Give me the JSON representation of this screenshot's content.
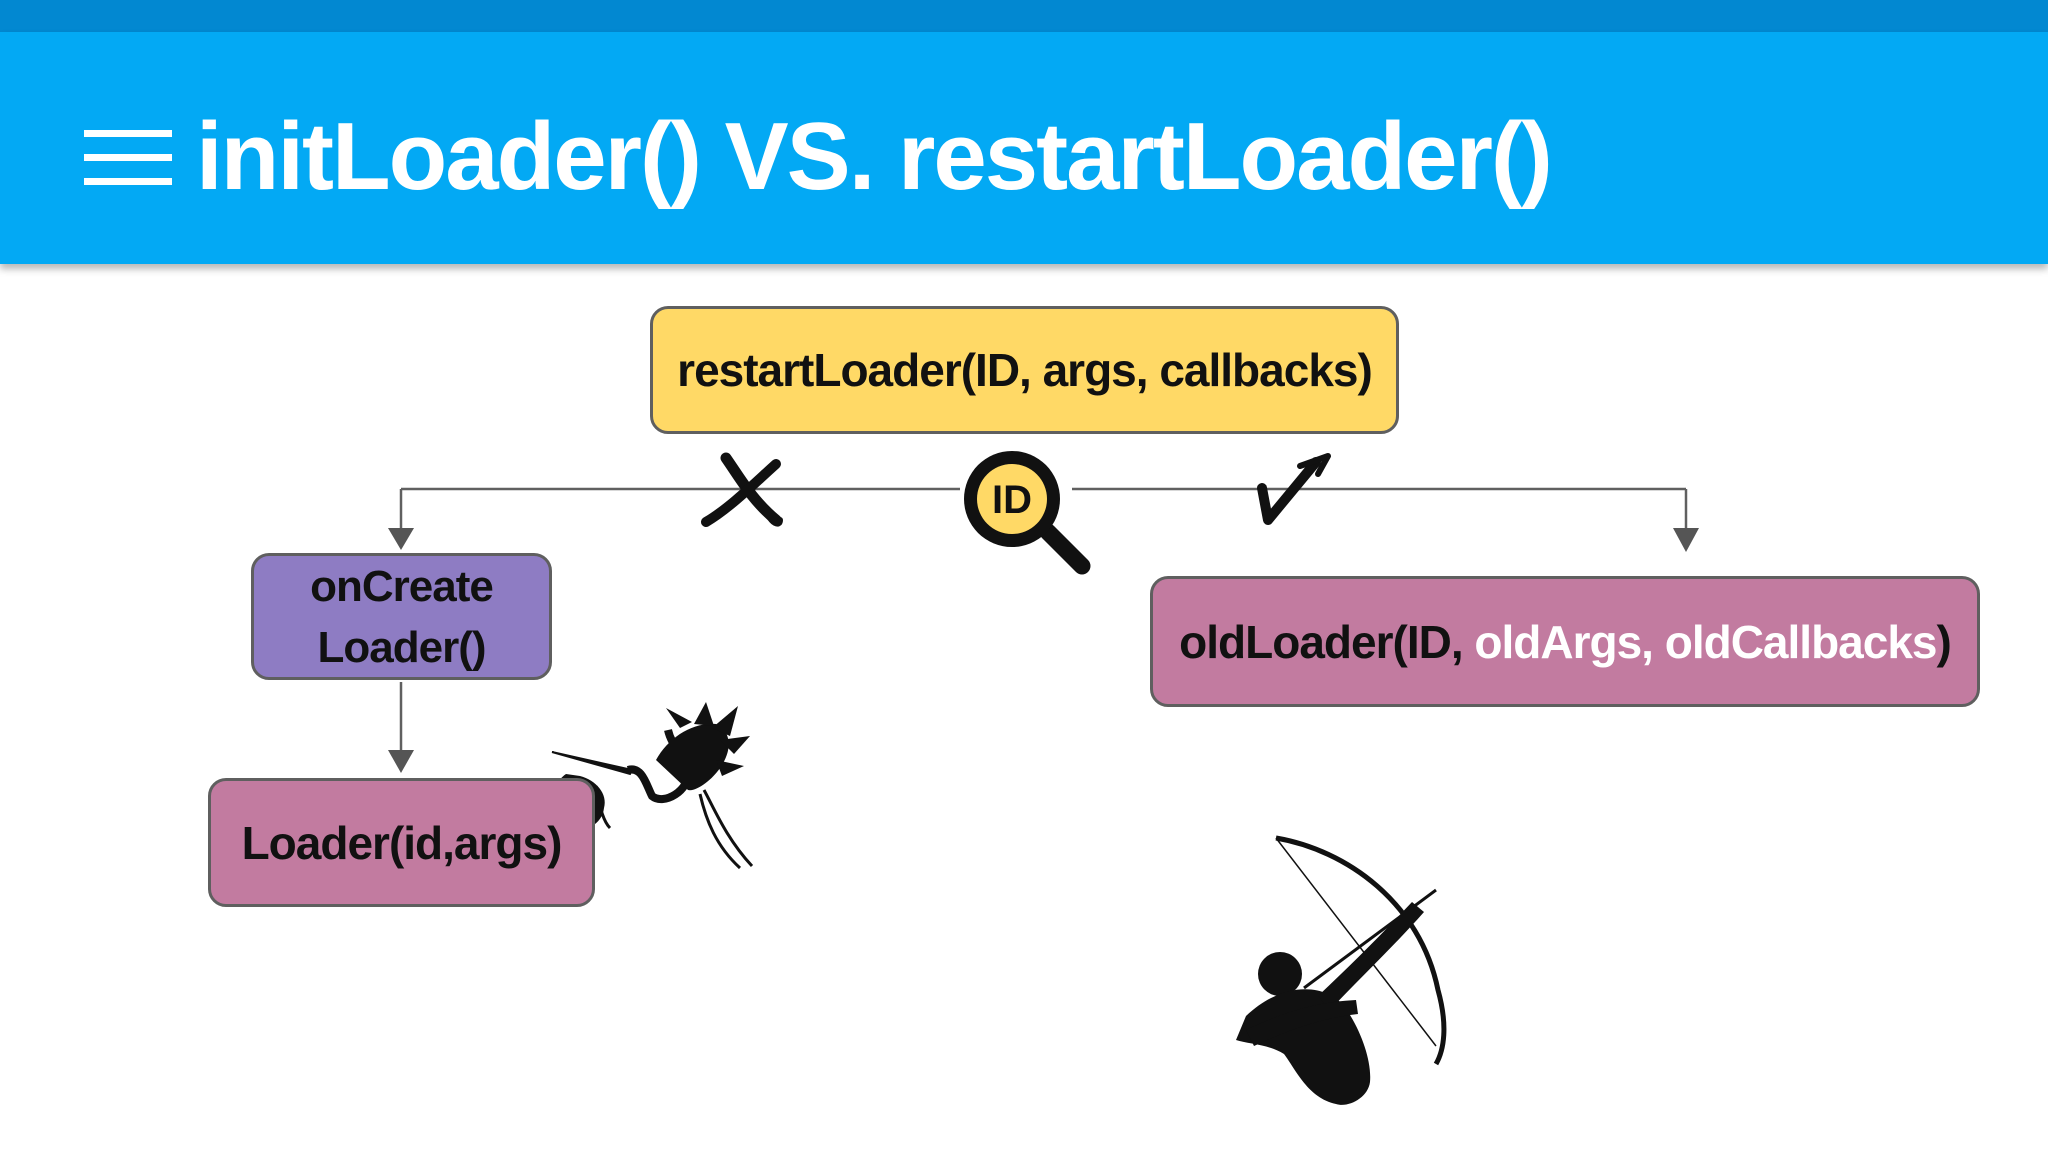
{
  "slide": {
    "title": "initLoader() VS. restartLoader()"
  },
  "diagram": {
    "restart_box": "restartLoader(ID, args, callbacks)",
    "oncreate_box": [
      "onCreate",
      "Loader()"
    ],
    "loader_box": "Loader(id,args)",
    "old_loader_box": {
      "prefix": "oldLoader(ID, ",
      "highlight": "oldArgs, oldCallbacks",
      "suffix": ")"
    },
    "lookup_badge": "ID"
  },
  "colors": {
    "header_bg": "#03a9f4",
    "top_strip": "#0288d1",
    "restart_box_fill": "#ffd966",
    "oncreate_box_fill": "#8e7cc3",
    "loader_box_fill": "#c27ba0",
    "badge_fill": "#ffd966"
  },
  "icons": [
    "menu-icon",
    "cross-mark-icon",
    "magnifier-icon",
    "check-mark-icon",
    "stork-icon",
    "archer-icon"
  ]
}
